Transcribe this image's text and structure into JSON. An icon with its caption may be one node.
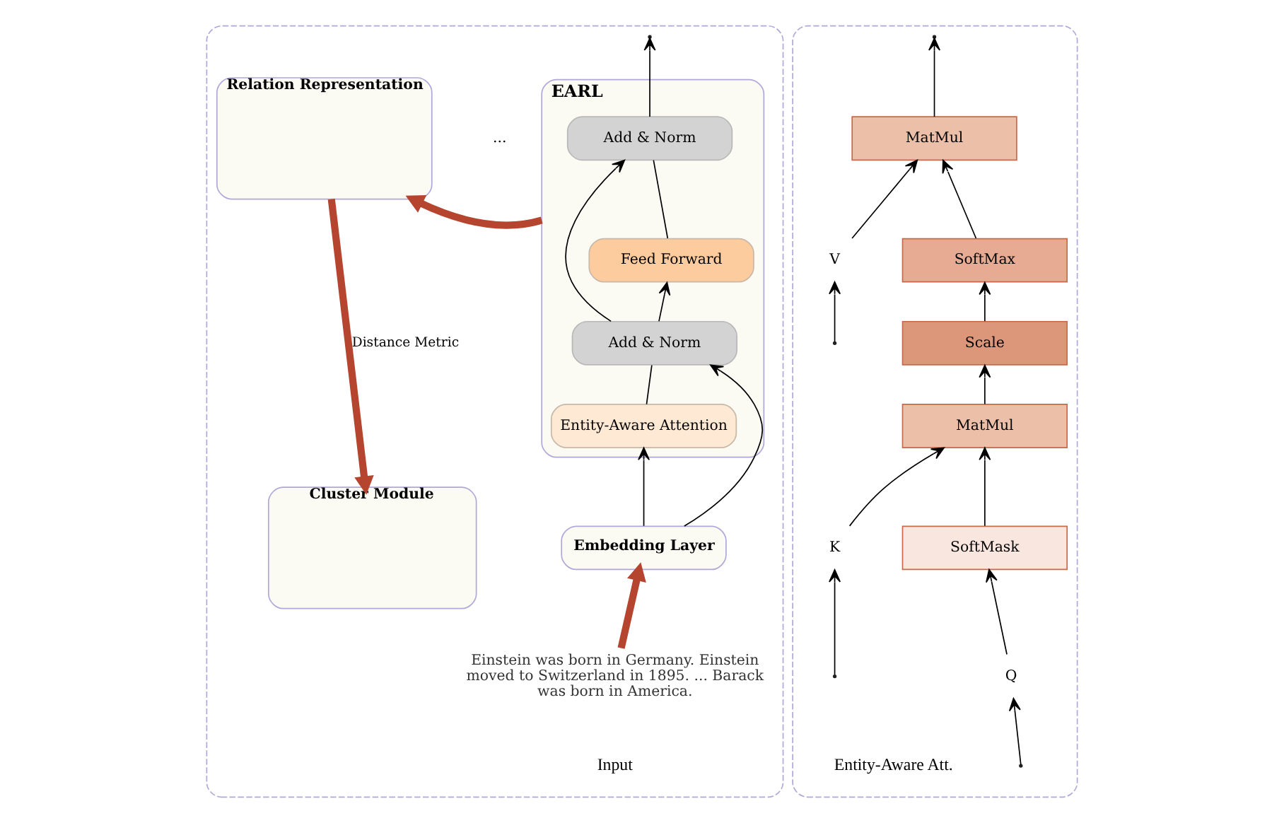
{
  "diagram": {
    "nodes": [
      {
        "text": [],
        "shape": "box"
      },
      {
        "text": [
          "EARL"
        ],
        "in": 0
      },
      {
        "text": [
          "Add & Norm"
        ],
        "in": 1
      },
      {
        "text": [
          "Feed Forward"
        ],
        "in": 1
      },
      {
        "text": [
          "Add & Norm"
        ],
        "in": 1
      },
      {
        "text": [
          "Entity-Aware Attention"
        ],
        "in": 1
      },
      {
        "text": [
          "Embedding Layer"
        ],
        "in": 0
      },
      {
        "text": [
          "Einstein was born in Germany. Einstein moved to Switzerland in 1895. ... Barack was born in America."
        ],
        "beside": [
          "Input"
        ],
        "in": 0
      },
      {
        "text": [
          "Relation Representation"
        ],
        "in": 0
      },
      {
        "text": [
          "Cluster Module"
        ],
        "in": 0
      },
      {
        "text": [],
        "shape": "box"
      },
      {
        "text": [
          "MatMul"
        ],
        "in": 10
      },
      {
        "text": [
          "SoftMax"
        ],
        "in": 10
      },
      {
        "text": [
          "Scale"
        ],
        "in": 10
      },
      {
        "text": [
          "MatMul"
        ],
        "in": 10
      },
      {
        "text": [
          "SoftMask"
        ],
        "in": 10
      },
      {
        "text": [
          "Q"
        ],
        "in": 10
      },
      {
        "text": [
          "K"
        ],
        "in": 10
      },
      {
        "text": [
          "V"
        ],
        "in": 10
      }
    ],
    "edges": [
      {
        "from": 7,
        "to": 6,
        "arrow": "to",
        "style": "thick",
        "color": "#b5452f"
      },
      {
        "from": 6,
        "to": 5,
        "arrow": "to"
      },
      {
        "from": 6,
        "to": 4,
        "arrow": "to"
      },
      {
        "from": 5,
        "to": 4,
        "arrow": "none"
      },
      {
        "from": 4,
        "to": 3,
        "arrow": "to"
      },
      {
        "from": 4,
        "to": 2,
        "arrow": "to"
      },
      {
        "from": 3,
        "to": 2,
        "arrow": "none"
      },
      {
        "from": 2,
        "to": null,
        "arrow": "to"
      },
      {
        "from": 1,
        "to": 8,
        "arrow": "to",
        "style": "thick",
        "color": "#b5452f"
      },
      {
        "from": 8,
        "to": 9,
        "label": "Distance Metric",
        "arrow": "to",
        "style": "thick",
        "color": "#b5452f"
      },
      {
        "from": null,
        "to": 16,
        "arrow": "to"
      },
      {
        "from": null,
        "to": 17,
        "arrow": "to"
      },
      {
        "from": null,
        "to": 18,
        "arrow": "to"
      },
      {
        "from": 16,
        "to": 15,
        "arrow": "to"
      },
      {
        "from": 15,
        "to": 14,
        "arrow": "to"
      },
      {
        "from": 17,
        "to": 14,
        "arrow": "to"
      },
      {
        "from": 14,
        "to": 13,
        "arrow": "to"
      },
      {
        "from": 13,
        "to": 12,
        "arrow": "to"
      },
      {
        "from": 12,
        "to": 11,
        "arrow": "to"
      },
      {
        "from": 18,
        "to": 11,
        "arrow": "to"
      },
      {
        "from": 11,
        "to": null,
        "arrow": "to"
      }
    ],
    "labels": [
      "...",
      "Entity-Aware Att."
    ]
  }
}
